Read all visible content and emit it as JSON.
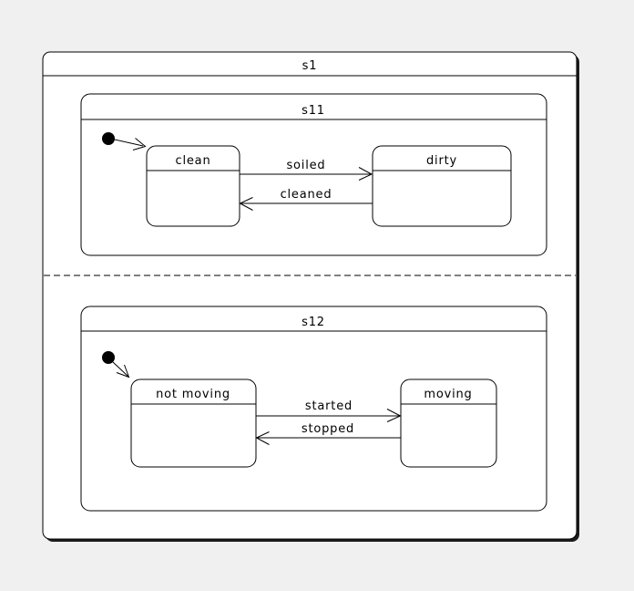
{
  "colors": {
    "background": "#f0f0f0",
    "shape_fill": "#ffffff",
    "line": "#000000",
    "shadow": "#1c1c1c"
  },
  "diagram": {
    "type": "uml-state-machine",
    "root_state": {
      "name": "s1"
    },
    "region_divider": "dashed",
    "regions": [
      {
        "name": "s11",
        "initial_pseudostate": true,
        "states": [
          {
            "name": "clean"
          },
          {
            "name": "dirty"
          }
        ],
        "transitions": [
          {
            "label": "soiled",
            "from": "clean",
            "to": "dirty"
          },
          {
            "label": "cleaned",
            "from": "dirty",
            "to": "clean"
          }
        ]
      },
      {
        "name": "s12",
        "initial_pseudostate": true,
        "states": [
          {
            "name": "not moving"
          },
          {
            "name": "moving"
          }
        ],
        "transitions": [
          {
            "label": "started",
            "from": "not moving",
            "to": "moving"
          },
          {
            "label": "stopped",
            "from": "moving",
            "to": "not moving"
          }
        ]
      }
    ]
  }
}
